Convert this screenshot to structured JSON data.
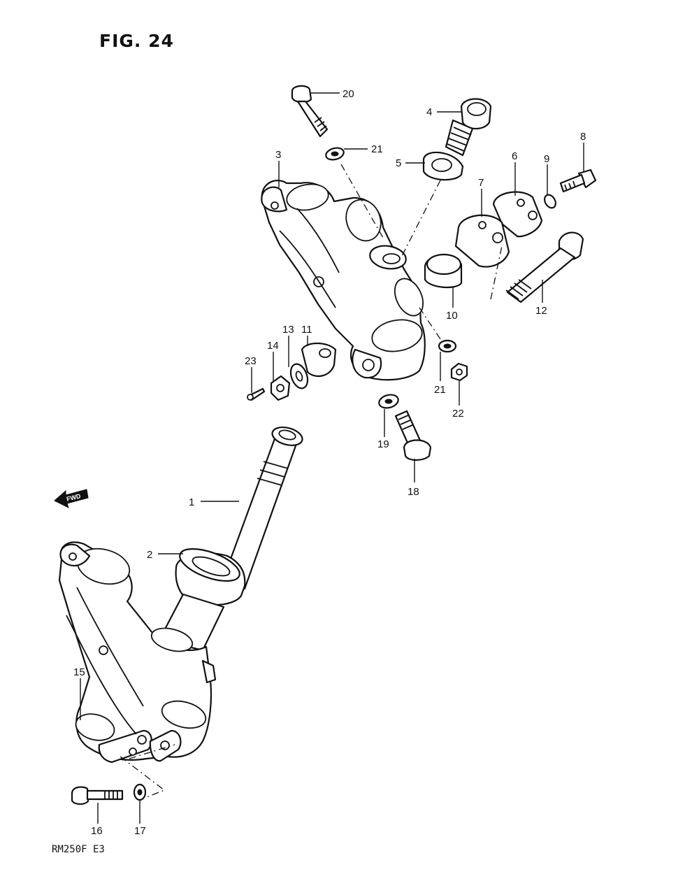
{
  "figure": {
    "title": "FIG. 24",
    "model_code": "RM250F  E3",
    "direction_label": "FWD"
  },
  "callouts": {
    "p1": "1",
    "p2": "2",
    "p3": "3",
    "p4": "4",
    "p5": "5",
    "p6": "6",
    "p7": "7",
    "p8": "8",
    "p9": "9",
    "p10": "10",
    "p11": "11",
    "p12": "12",
    "p13": "13",
    "p14": "14",
    "p15": "15",
    "p16": "16",
    "p17": "17",
    "p18": "18",
    "p19": "19",
    "p20": "20",
    "p21a": "21",
    "p21b": "21",
    "p22": "22",
    "p23": "23"
  },
  "icons": {
    "direction": "arrow-left-icon"
  }
}
